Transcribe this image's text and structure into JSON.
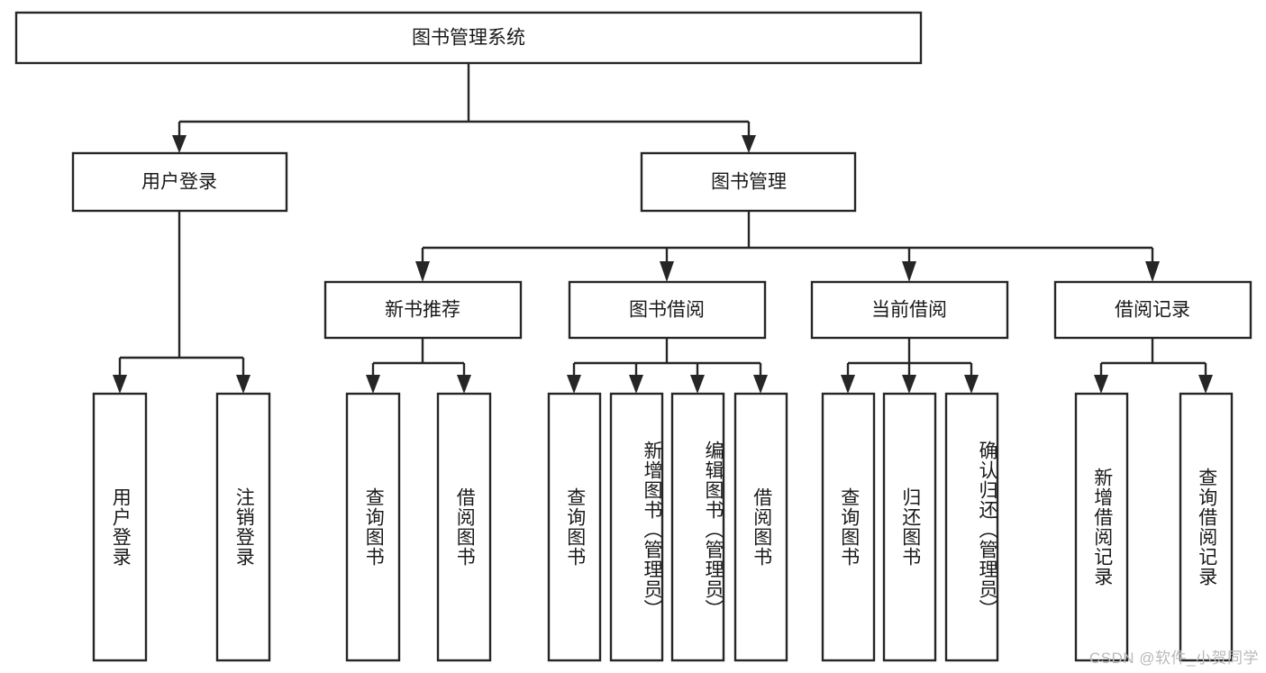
{
  "diagram": {
    "type": "tree-hierarchy",
    "title": "图书管理系统",
    "orientation": "top-down",
    "watermark": "CSDN @软件_小贺同学",
    "colors": {
      "box_fill": "#ffffff",
      "box_stroke": "#262626",
      "text": "#1a1a1a",
      "background": "#ffffff",
      "watermark": "#b9b9b9"
    },
    "root": {
      "label": "图书管理系统"
    },
    "level2": [
      {
        "label": "用户登录"
      },
      {
        "label": "图书管理"
      }
    ],
    "level3": [
      {
        "label": "新书推荐"
      },
      {
        "label": "图书借阅"
      },
      {
        "label": "当前借阅"
      },
      {
        "label": "借阅记录"
      }
    ],
    "leaves": {
      "user_login": [
        {
          "label": "用户登录"
        },
        {
          "label": "注销登录"
        }
      ],
      "new_book_recommend": [
        {
          "label": "查询图书"
        },
        {
          "label": "借阅图书"
        }
      ],
      "book_borrow": [
        {
          "label": "查询图书"
        },
        {
          "label": "新增图书（管理员）"
        },
        {
          "label": "编辑图书（管理员）"
        },
        {
          "label": "借阅图书"
        }
      ],
      "current_borrow": [
        {
          "label": "查询图书"
        },
        {
          "label": "归还图书"
        },
        {
          "label": "确认归还（管理员）"
        }
      ],
      "borrow_record": [
        {
          "label": "新增借阅记录"
        },
        {
          "label": "查询借阅记录"
        }
      ]
    }
  }
}
